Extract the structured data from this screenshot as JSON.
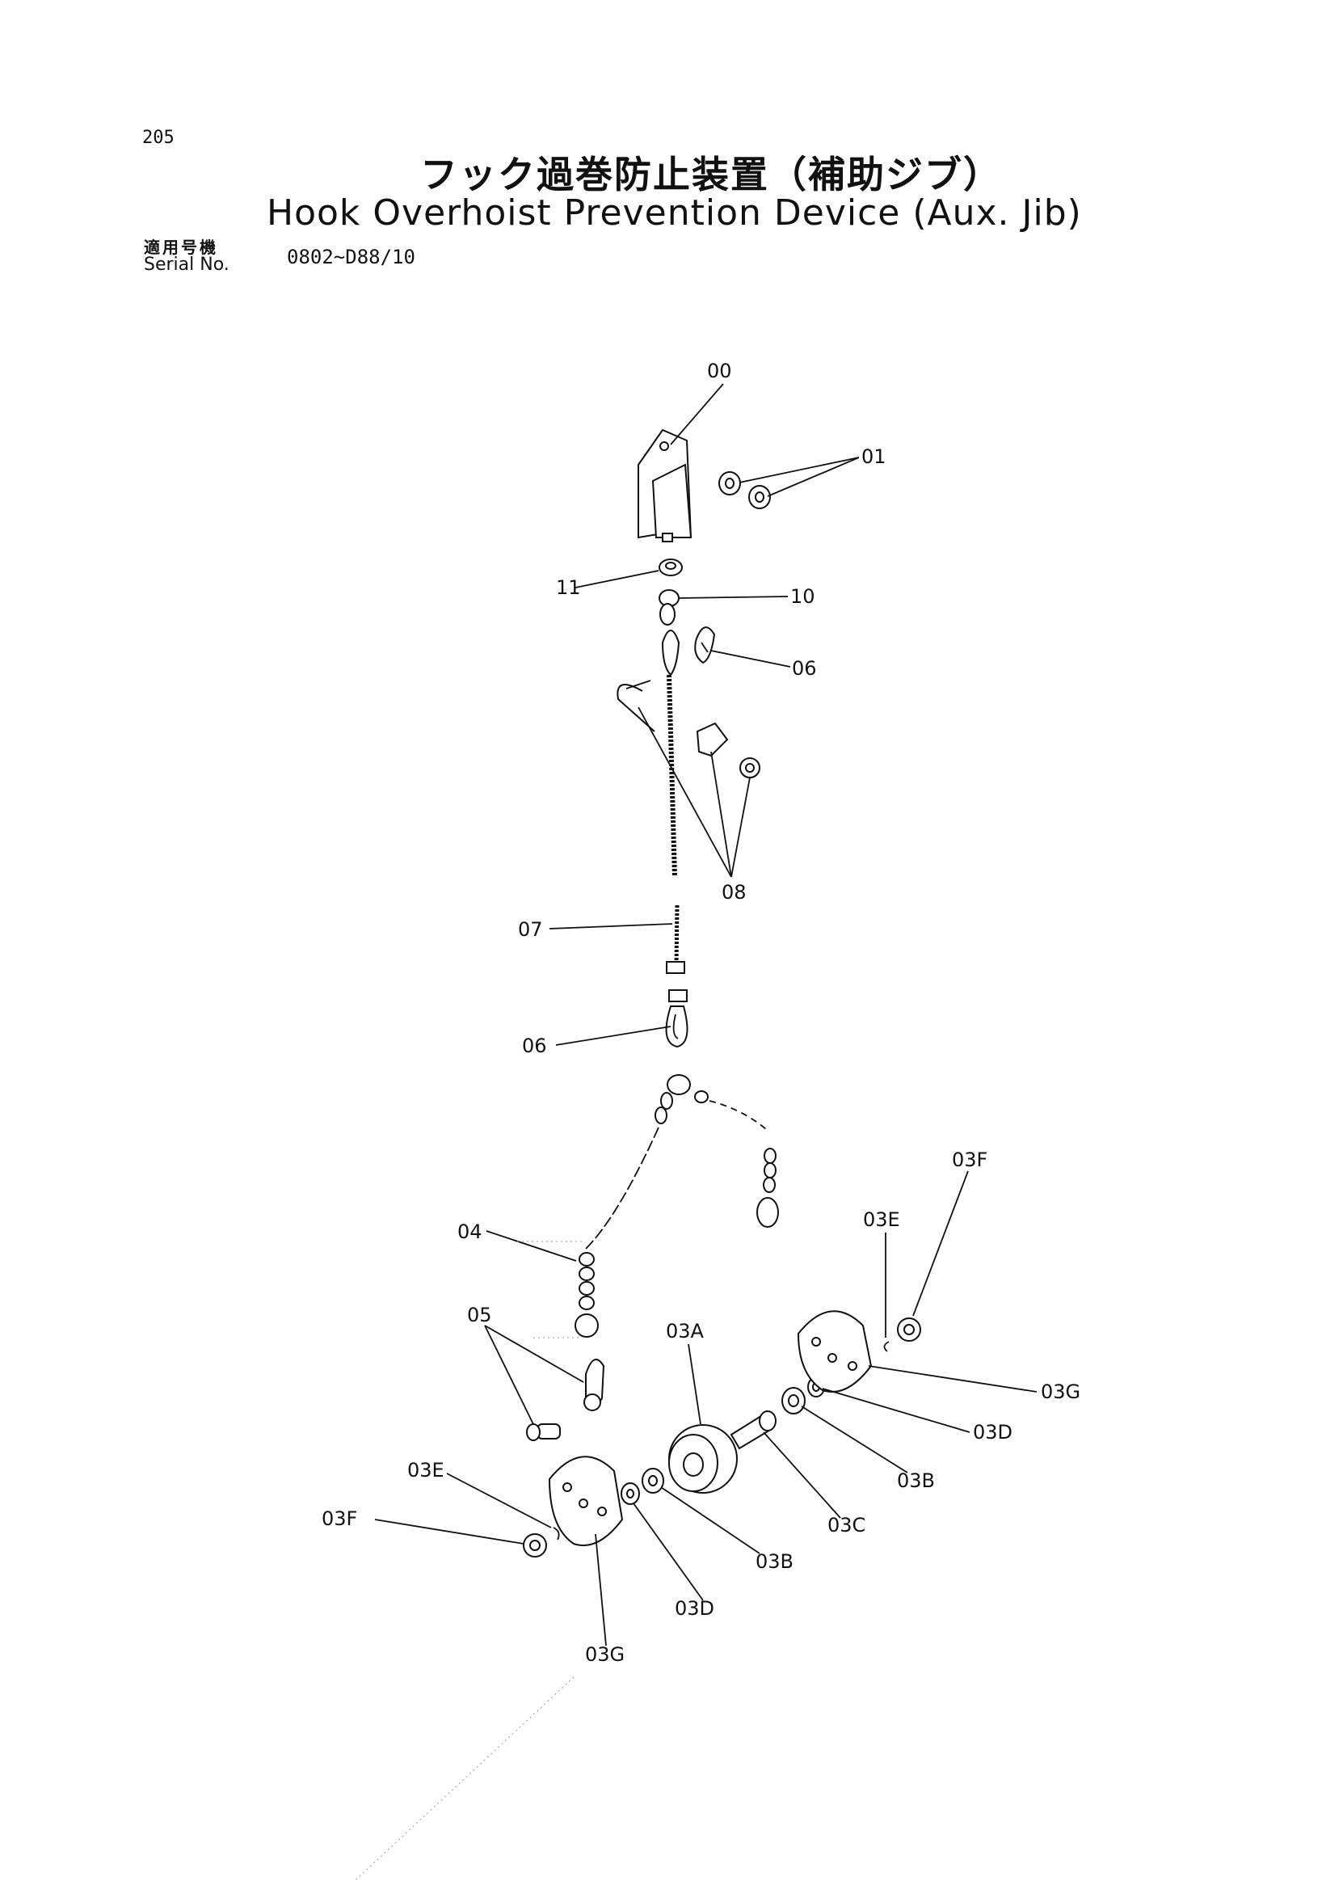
{
  "header": {
    "page_number": "205",
    "title_ja": "フック過巻防止装置（補助ジブ）",
    "title_en": "Hook Overhoist Prevention Device (Aux. Jib)",
    "serial_label_ja": "適用号機",
    "serial_label_en": "Serial No.",
    "serial_value": "0802~D88/10"
  },
  "callouts": {
    "c00": "00",
    "c01": "01",
    "c11": "11",
    "c10": "10",
    "c06a": "06",
    "c08": "08",
    "c07": "07",
    "c06b": "06",
    "c04": "04",
    "c05": "05",
    "c03A": "03A",
    "c03F_right": "03F",
    "c03E_right": "03E",
    "c03G_right": "03G",
    "c03D_right": "03D",
    "c03B_right": "03B",
    "c03C": "03C",
    "c03E_left": "03E",
    "c03F_left": "03F",
    "c03B_left": "03B",
    "c03D_left": "03D",
    "c03G_left": "03G"
  }
}
